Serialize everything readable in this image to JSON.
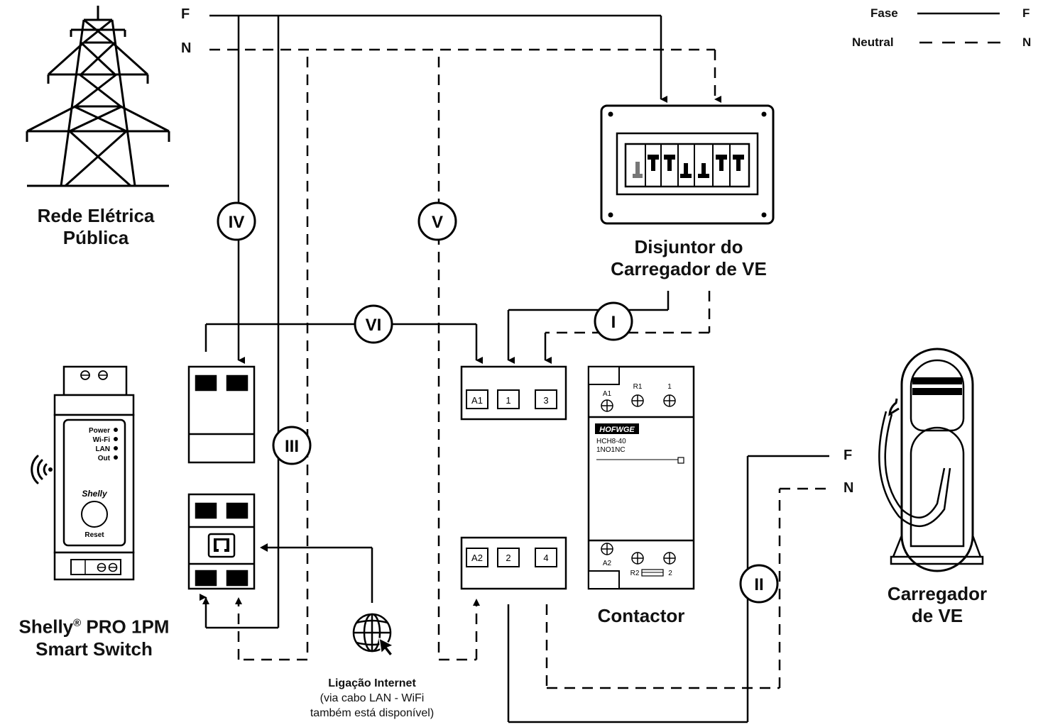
{
  "wires": {
    "top_phase": "F",
    "top_neutral": "N",
    "charger_phase": "F",
    "charger_neutral": "N"
  },
  "legend": {
    "phase_label": "Fase",
    "phase_code": "F",
    "neutral_label": "Neutral",
    "neutral_code": "N"
  },
  "components": {
    "grid": {
      "line1": "Rede Elétrica",
      "line2": "Pública",
      "icon": "power-tower-icon"
    },
    "breaker": {
      "line1": "Disjuntor do",
      "line2": "Carregador de VE",
      "icon": "breaker-panel-icon"
    },
    "shelly": {
      "line1": "Shelly",
      "registered": "®",
      "line1b": " PRO 1PM",
      "line2": "Smart Switch",
      "indicators": [
        "Power",
        "Wi-Fi",
        "LAN",
        "Out"
      ],
      "brand": "Shelly",
      "button": "Reset"
    },
    "contactor": {
      "name": "Contactor",
      "brand": "HOFWGE",
      "model": "HCH8-40",
      "config": "1NO1NC",
      "top_terminals": [
        "A1",
        "R1",
        "1"
      ],
      "bottom_terminals": [
        "A2",
        "R2",
        "2"
      ],
      "top_blocks": [
        "A1",
        "1",
        "3"
      ],
      "bottom_blocks": [
        "A2",
        "2",
        "4"
      ]
    },
    "charger": {
      "line1": "Carregador",
      "line2": "de VE",
      "icon": "ev-charger-icon"
    },
    "internet": {
      "title": "Ligação Internet",
      "line2": "(via cabo LAN - WiFi",
      "line3": "também está disponível)",
      "icon": "globe-cursor-icon"
    }
  },
  "circuit_markers": [
    "I",
    "II",
    "III",
    "IV",
    "V",
    "VI"
  ],
  "colors": {
    "line": "#000000",
    "background": "#ffffff",
    "dark_gray": "#777777"
  }
}
